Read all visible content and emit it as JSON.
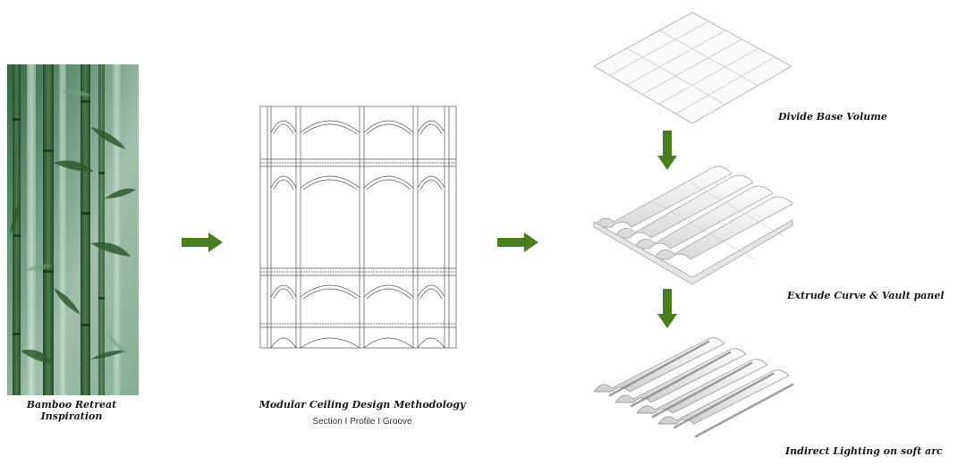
{
  "inspiration": {
    "caption_line1": "Bamboo Retreat",
    "caption_line2": "Inspiration"
  },
  "methodology": {
    "title": "Modular Ceiling Design Methodology",
    "subtitle": "Section I Profile I Groove"
  },
  "steps": [
    {
      "label": "Divide Base Volume"
    },
    {
      "label": "Extrude Curve & Vault panel"
    },
    {
      "label": "Indirect Lighting on soft arc"
    }
  ],
  "colors": {
    "arrow": "#4a7d1d",
    "bamboo_dark": "#2f5a2c",
    "bamboo_light": "#cfe6d8"
  }
}
